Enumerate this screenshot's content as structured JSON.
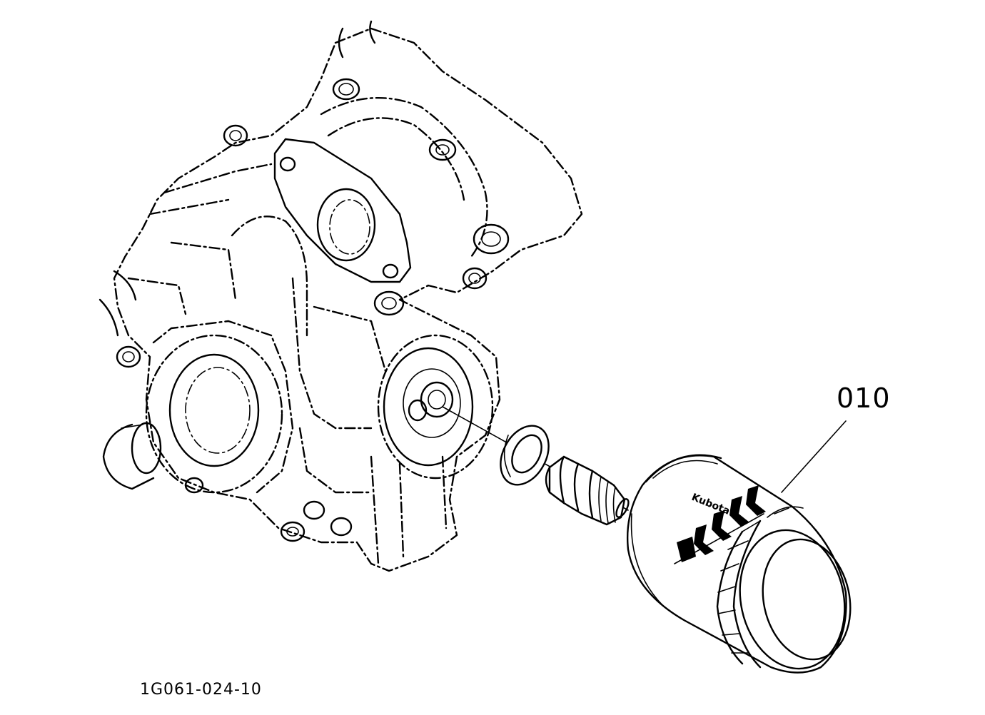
{
  "diagram": {
    "callouts": [
      {
        "id": "010",
        "part": "oil-filter-cartridge"
      }
    ],
    "figure_id": "1G061-024-10",
    "logo_text": "Kubota",
    "colors": {
      "ink": "#000000",
      "paper": "#ffffff"
    }
  }
}
